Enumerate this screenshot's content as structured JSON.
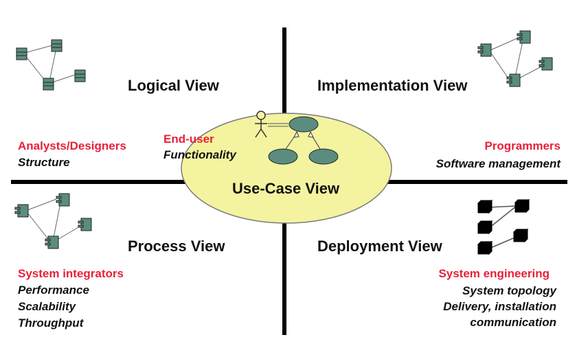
{
  "colors": {
    "role": "#e8203a",
    "axis": "#000000",
    "ellipse_fill": "#f3f3a0",
    "ellipse_stroke": "#7a7a7a",
    "component_fill": "#5a8c80",
    "node_fill": "#000000"
  },
  "views": {
    "logical": {
      "title": "Logical View",
      "role": "Analysts/Designers",
      "concerns": [
        "Structure"
      ],
      "icon": "class-diagram-icon"
    },
    "implementation": {
      "title": "Implementation View",
      "role": "Programmers",
      "concerns": [
        "Software management"
      ],
      "icon": "component-diagram-icon"
    },
    "process": {
      "title": "Process View",
      "role": "System integrators",
      "concerns": [
        "Performance",
        "Scalability",
        "Throughput"
      ],
      "icon": "component-diagram-icon"
    },
    "deployment": {
      "title": "Deployment View",
      "role": "System engineering",
      "concerns": [
        "System topology",
        "Delivery, installation",
        "communication"
      ],
      "icon": "node-diagram-icon"
    },
    "usecase": {
      "title": "Use-Case View",
      "role": "End-user",
      "concerns": [
        "Functionality"
      ],
      "icon": "use-case-diagram-icon"
    }
  }
}
